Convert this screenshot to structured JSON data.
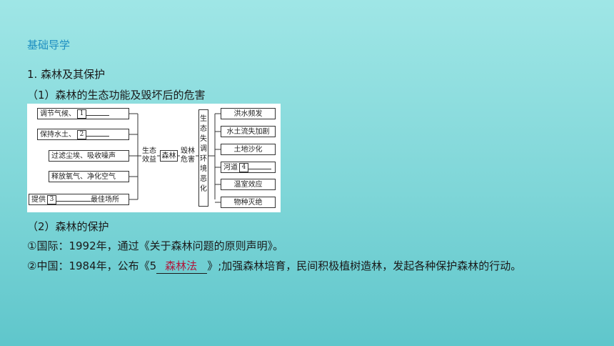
{
  "section_title": "基础导学",
  "heading_1": "1. 森林及其保护",
  "heading_2": "（1）森林的生态功能及毁坏后的危害",
  "diagram": {
    "left_items": [
      {
        "text": "调节气候、",
        "num": "1"
      },
      {
        "text": "保持水土、",
        "num": "2"
      },
      {
        "text": "过滤尘埃、吸收噪声"
      },
      {
        "text": "释放氧气、净化空气"
      },
      {
        "prefix": "提供",
        "num": "3",
        "suffix": "最佳场所"
      }
    ],
    "ecological_benefit": "生态效益",
    "forest": "森林",
    "destruction_harm": "毁林危害",
    "imbalance": "生态失调环境恶化",
    "right_items": [
      {
        "text": "洪水频发"
      },
      {
        "text": "水土流失加剧"
      },
      {
        "text": "土地沙化"
      },
      {
        "text": "河道",
        "num": "4"
      },
      {
        "text": "温室效应"
      },
      {
        "text": "物种灭绝"
      }
    ]
  },
  "heading_3": "（2）森林的保护",
  "line_1": "①国际：1992年，通过《关于森林问题的原则声明》。",
  "line_2": {
    "prefix": "②中国：1984年，公布《5",
    "answer": "森林法",
    "suffix": "》;加强森林培育，民间积极植树造林，发起各种保护森林的行动。"
  }
}
